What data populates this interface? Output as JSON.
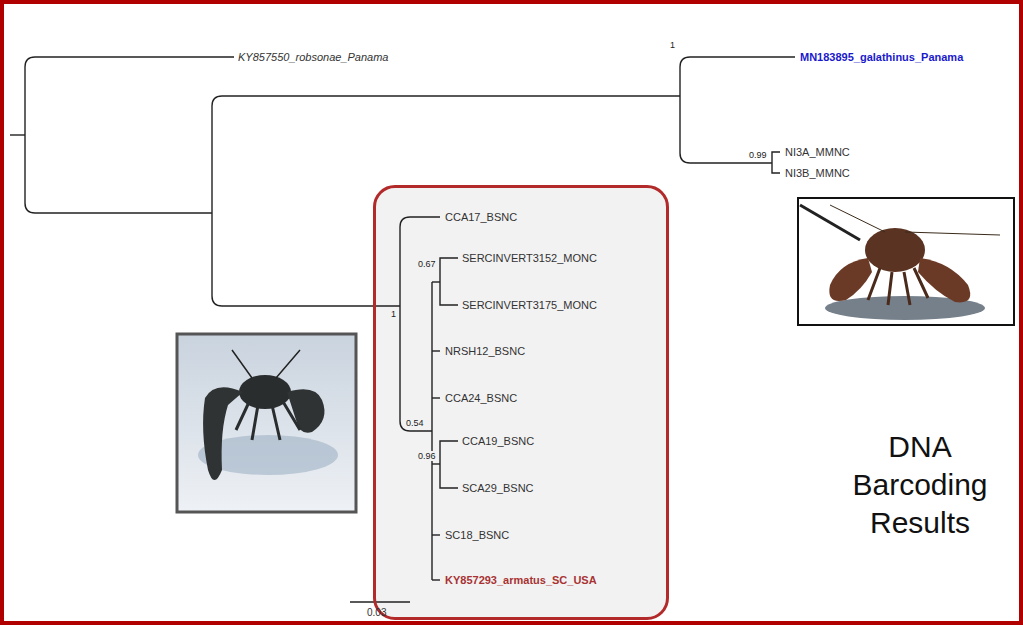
{
  "diagram": {
    "nodes": [
      {
        "text": [
          "CCA17_BSNC",
          "SERCINVERT3152_MONC",
          "0.67",
          "SERCINVERT3175_MONC",
          "1",
          "NRSH12_BSNC",
          "CCA24_BSNC",
          "0.54",
          "CCA19_BSNC",
          "0.96",
          "SCA29_BSNC",
          "SC18_BSNC",
          "KY857293_armatus_SC_USA"
        ]
      }
    ],
    "labels": [
      "KY857550_robsonae_Panama",
      "MN183895_galathinus_Panama",
      "1",
      "NI3A_MMNC",
      "0.99",
      "NI3B_MMNC",
      "0.03",
      "DNA Barcoding Results"
    ]
  }
}
